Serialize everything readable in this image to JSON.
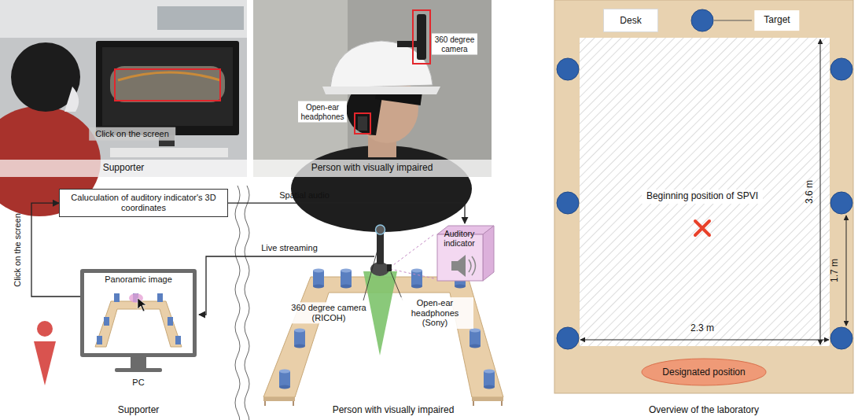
{
  "diagram": {
    "nodes": [
      {
        "text": [
          "Caluculation of auditory indicator's 3D coordinates"
        ]
      },
      {
        "text": [
          "Panoramic image"
        ]
      },
      {
        "text": [
          "Auditory indicator"
        ]
      },
      {
        "text": [
          "Desk"
        ]
      },
      {
        "text": [
          "Designated position"
        ]
      }
    ],
    "edges": [
      {
        "from": 1,
        "to": 0,
        "arrow": "to",
        "label": "Click on the screen"
      },
      {
        "from": 0,
        "to": 2,
        "arrow": "to",
        "label": "Spatial audio"
      }
    ],
    "labels": [
      "Click on the screen",
      "Supporter",
      "Open-ear headphones",
      "360 degree camera",
      "Person with visually impaired",
      "Live streaming",
      "PC",
      "360 degree camera (RICOH)",
      "Open-ear headphones (Sony)",
      "Supporter",
      "Person with visually impaired",
      "Target",
      "Beginning position of SPVI",
      "3.6 m",
      "1.7 m",
      "2.3 m",
      "Overview of the laboratory"
    ]
  }
}
